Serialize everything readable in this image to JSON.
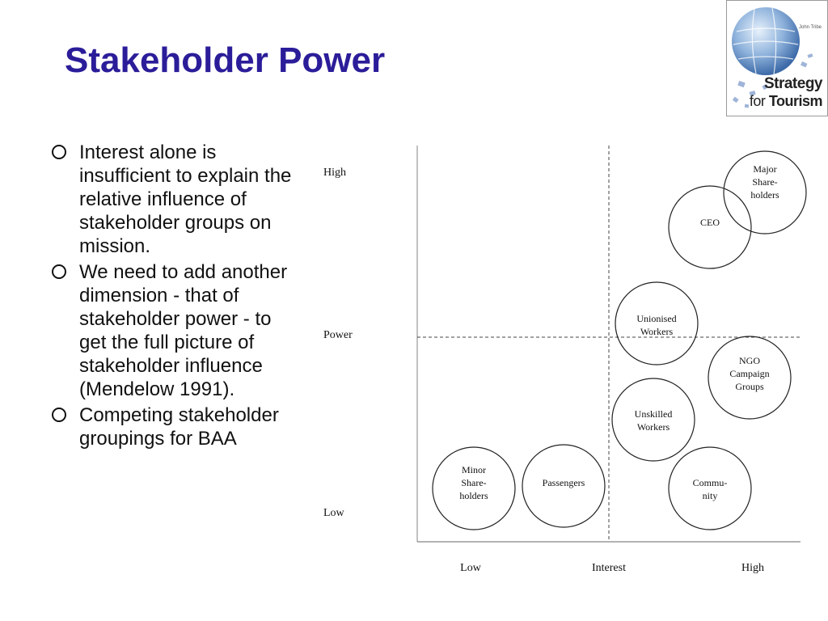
{
  "slide": {
    "title": "Stakeholder Power"
  },
  "logo": {
    "author": "John Tribe",
    "line1": "Strategy",
    "line2_part1": "for ",
    "line2_part2": "Tourism"
  },
  "bullets": [
    {
      "text": "Interest alone is insufficient to explain the relative influence of stakeholder groups on mission."
    },
    {
      "text": "We need to add another dimension - that of stakeholder power - to get the full picture of stakeholder influence (Mendelow 1991)."
    },
    {
      "text": "Competing stakeholder groupings for BAA"
    }
  ],
  "matrix": {
    "y_labels": {
      "high": "High",
      "mid": "Power",
      "low": "Low"
    },
    "x_labels": {
      "low": "Low",
      "mid": "Interest",
      "high": "High"
    },
    "stakeholders": [
      {
        "lines": [
          "Major",
          "Share-",
          "holders"
        ]
      },
      {
        "lines": [
          "CEO"
        ]
      },
      {
        "lines": [
          "Unionised",
          "Workers"
        ]
      },
      {
        "lines": [
          "NGO",
          "Campaign",
          "Groups"
        ]
      },
      {
        "lines": [
          "Unskilled",
          "Workers"
        ]
      },
      {
        "lines": [
          "Minor",
          "Share-",
          "holders"
        ]
      },
      {
        "lines": [
          "Passengers"
        ]
      },
      {
        "lines": [
          "Commu-",
          "nity"
        ]
      }
    ]
  }
}
